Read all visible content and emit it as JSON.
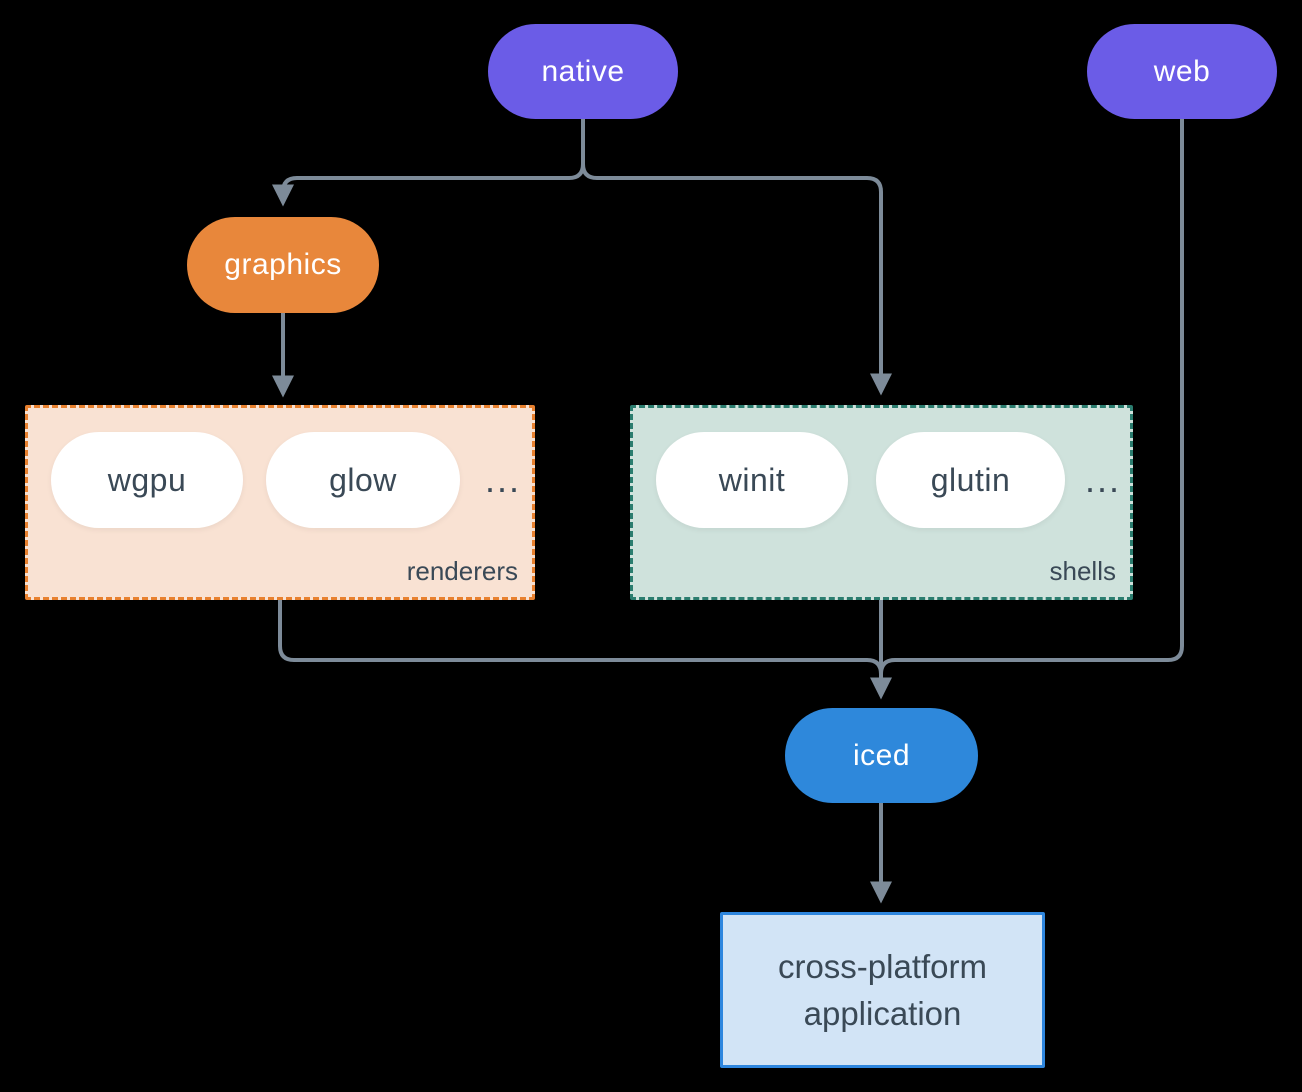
{
  "diagram": {
    "nodes": {
      "native": {
        "label": "native"
      },
      "web": {
        "label": "web"
      },
      "graphics": {
        "label": "graphics"
      },
      "iced": {
        "label": "iced"
      },
      "application": {
        "line1": "cross-platform",
        "line2": "application"
      }
    },
    "groups": {
      "renderers": {
        "label": "renderers",
        "items": [
          "wgpu",
          "glow"
        ],
        "ellipsis": "..."
      },
      "shells": {
        "label": "shells",
        "items": [
          "winit",
          "glutin"
        ],
        "ellipsis": "..."
      }
    },
    "edges": [
      {
        "from": "native",
        "to": "graphics"
      },
      {
        "from": "native",
        "to": "shells"
      },
      {
        "from": "graphics",
        "to": "renderers"
      },
      {
        "from": "renderers",
        "to": "iced"
      },
      {
        "from": "shells",
        "to": "iced"
      },
      {
        "from": "web",
        "to": "iced"
      },
      {
        "from": "iced",
        "to": "application"
      }
    ]
  },
  "colors": {
    "background": "#000000",
    "line": "#7D8B99",
    "purple": "#6B5CE7",
    "orange": "#E8873B",
    "orange_border": "#E8812F",
    "peach_bg": "#F9E2D3",
    "teal_border": "#2B7D6F",
    "sage_bg": "#CFE2DC",
    "blue": "#2E88DB",
    "blue_border": "#2E86DE",
    "lightblue_bg": "#D2E4F6",
    "text_light": "#FFFFFF",
    "text_dark": "#3A4956"
  }
}
